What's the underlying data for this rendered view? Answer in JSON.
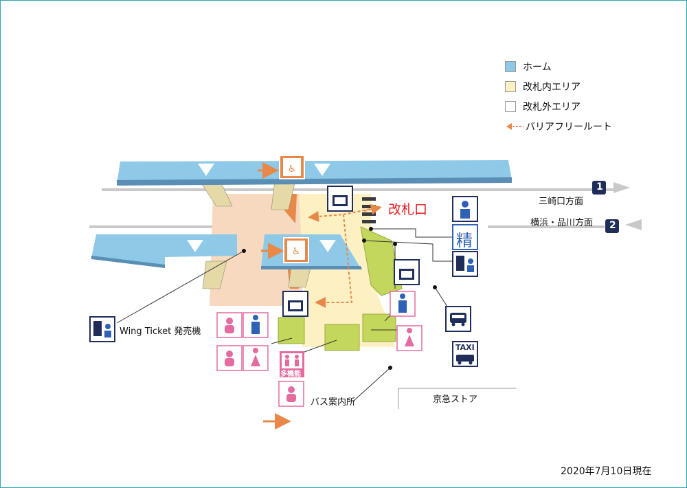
{
  "legend": {
    "platform": {
      "label": "ホーム",
      "color": "#8ec9e8"
    },
    "inside_gate": {
      "label": "改札内エリア",
      "color": "#fdf0c2"
    },
    "outside_gate": {
      "label": "改札外エリア",
      "color": "#ffffff"
    },
    "barrier_free": {
      "label": "バリアフリールート",
      "color": "#e8894a"
    }
  },
  "labels": {
    "gate": "改札口",
    "track1_number": "1",
    "track1_direction": "三崎口方面",
    "track2_number": "2",
    "track2_direction": "横浜・品川方面",
    "fare_adjust_char": "精",
    "wing_ticket": "Wing Ticket 発売機",
    "multipurpose": "多機能",
    "bus_info": "バス案内所",
    "store": "京急ストア",
    "taxi": "TAXI",
    "date": "2020年7月10日現在"
  },
  "colors": {
    "platform": "#8ec9e8",
    "platform_dark": "#5a8eb4",
    "inside": "#fdf0c2",
    "outside_concourse": "#f6d9bf",
    "green": "#c3d75c",
    "orange": "#e8894a",
    "navy": "#1f2d5a",
    "pink": "#e46aa0",
    "blue_person": "#2f62b4",
    "gate_red": "#e6161e",
    "rail": "#c9c9c9",
    "frame": "#2aa7b8"
  }
}
